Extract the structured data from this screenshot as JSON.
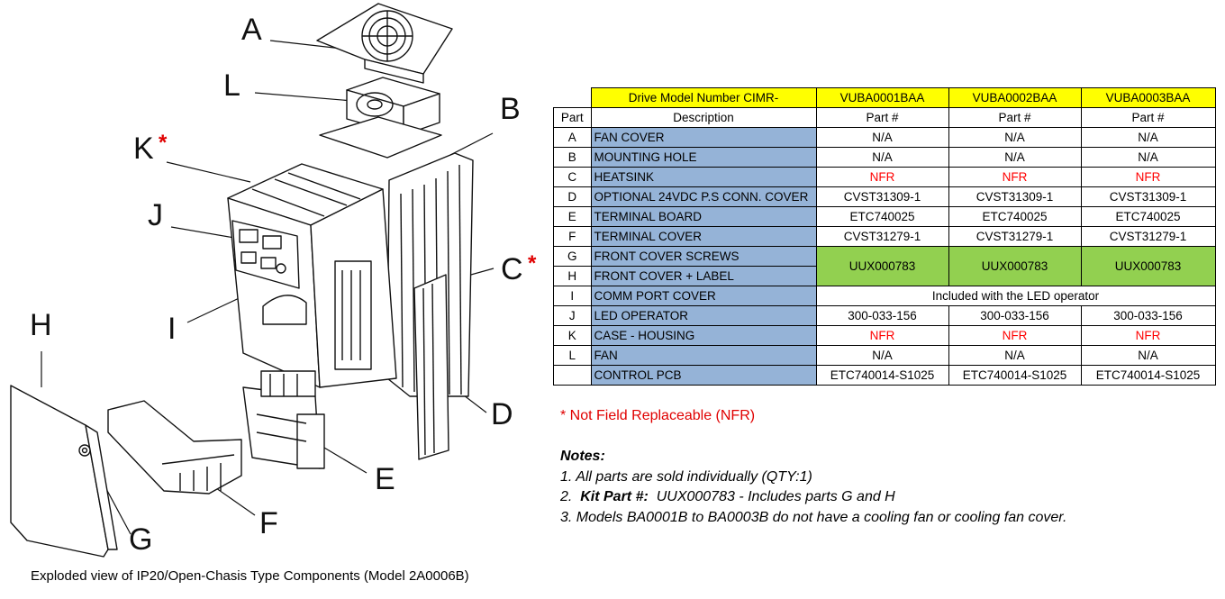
{
  "diagram": {
    "callouts": {
      "A": "A",
      "L": "L",
      "B": "B",
      "K": "K",
      "J": "J",
      "C": "C",
      "H": "H",
      "I": "I",
      "D": "D",
      "E": "E",
      "F": "F",
      "G": "G"
    },
    "nfr_marker": "*",
    "caption": "Exploded view of IP20/Open-Chasis Type Components (Model 2A0006B)"
  },
  "table": {
    "model_header": "Drive Model Number CIMR-",
    "models": [
      "VUBA0001BAA",
      "VUBA0002BAA",
      "VUBA0003BAA"
    ],
    "subheader": {
      "part": "Part",
      "description": "Description",
      "part_num": "Part #"
    },
    "rows": [
      {
        "part": "A",
        "description": "FAN COVER",
        "values": [
          "N/A",
          "N/A",
          "N/A"
        ]
      },
      {
        "part": "B",
        "description": "MOUNTING HOLE",
        "values": [
          "N/A",
          "N/A",
          "N/A"
        ]
      },
      {
        "part": "C",
        "description": "HEATSINK",
        "values": [
          "NFR",
          "NFR",
          "NFR"
        ]
      },
      {
        "part": "D",
        "description": "OPTIONAL 24VDC P.S CONN. COVER",
        "values": [
          "CVST31309-1",
          "CVST31309-1",
          "CVST31309-1"
        ]
      },
      {
        "part": "E",
        "description": "TERMINAL BOARD",
        "values": [
          "ETC740025",
          "ETC740025",
          "ETC740025"
        ]
      },
      {
        "part": "F",
        "description": "TERMINAL COVER",
        "values": [
          "CVST31279-1",
          "CVST31279-1",
          "CVST31279-1"
        ]
      },
      {
        "part": "G",
        "description": "FRONT COVER SCREWS"
      },
      {
        "part": "H",
        "description": "FRONT COVER + LABEL"
      },
      {
        "part": "I",
        "description": "COMM PORT COVER",
        "merged": "Included with the LED operator"
      },
      {
        "part": "J",
        "description": "LED OPERATOR",
        "values": [
          "300-033-156",
          "300-033-156",
          "300-033-156"
        ]
      },
      {
        "part": "K",
        "description": "CASE - HOUSING",
        "values": [
          "NFR",
          "NFR",
          "NFR"
        ]
      },
      {
        "part": "L",
        "description": "FAN",
        "values": [
          "N/A",
          "N/A",
          "N/A"
        ]
      },
      {
        "part": "",
        "description": "CONTROL PCB",
        "values": [
          "ETC740014-S1025",
          "ETC740014-S1025",
          "ETC740014-S1025"
        ]
      }
    ],
    "kit_values": [
      "UUX000783",
      "UUX000783",
      "UUX000783"
    ]
  },
  "nfr_note": "* Not Field Replaceable (NFR)",
  "notes": {
    "title": "Notes:",
    "line1": "1. All parts are sold individually (QTY:1)",
    "line2_prefix": "2.",
    "line2_label": "Kit Part #:",
    "line2_text": "UUX000783 - Includes parts G and H",
    "line3": "3. Models BA0001B to BA0003B do not have a cooling fan or cooling fan cover."
  },
  "colors": {
    "header_yellow": "#ffff00",
    "description_blue": "#95b3d7",
    "kit_green": "#92d050",
    "nfr_red": "#ff0000"
  }
}
